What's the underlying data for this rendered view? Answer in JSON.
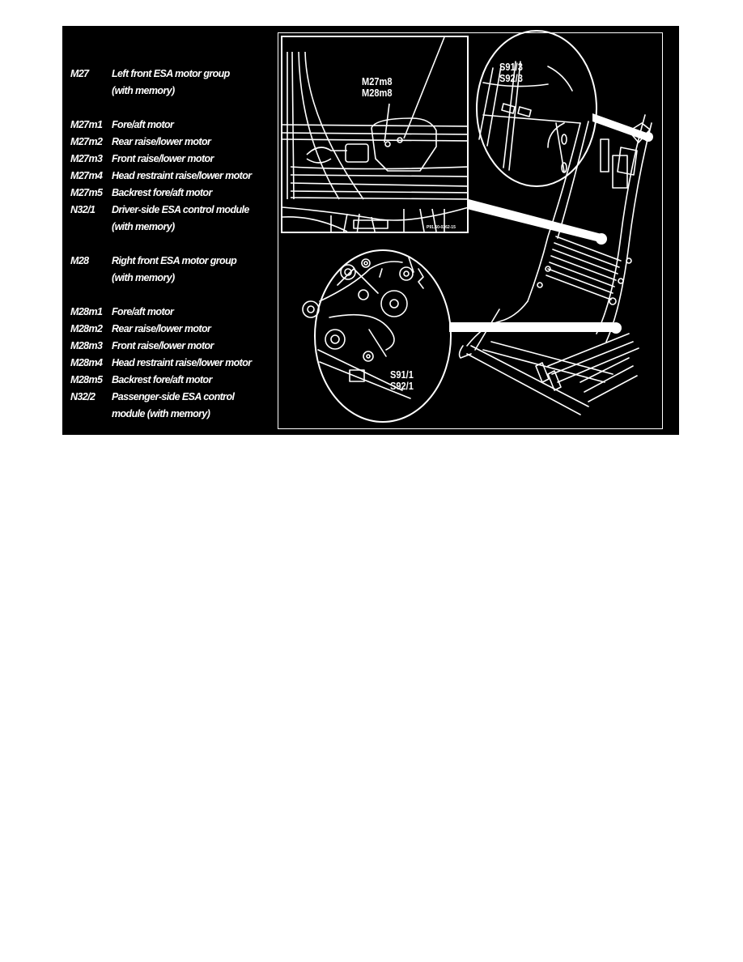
{
  "legend": {
    "entries": [
      {
        "code": "M27",
        "desc": "Left front ESA motor group",
        "desc_cont": "(with memory)"
      },
      {
        "code": "M27m1",
        "desc": "Fore/aft motor"
      },
      {
        "code": "M27m2",
        "desc": "Rear raise/lower motor"
      },
      {
        "code": "M27m3",
        "desc": "Front raise/lower motor"
      },
      {
        "code": "M27m4",
        "desc": "Head restraint raise/lower motor"
      },
      {
        "code": "M27m5",
        "desc": "Backrest fore/aft motor"
      },
      {
        "code": "N32/1",
        "desc": "Driver-side ESA control module",
        "desc_cont": "(with memory)"
      },
      {
        "code": "M28",
        "desc": "Right front ESA motor group",
        "desc_cont": "(with memory)"
      },
      {
        "code": "M28m1",
        "desc": "Fore/aft motor"
      },
      {
        "code": "M28m2",
        "desc": "Rear raise/lower motor"
      },
      {
        "code": "M28m3",
        "desc": "Front raise/lower motor"
      },
      {
        "code": "M28m4",
        "desc": "Head restraint raise/lower motor"
      },
      {
        "code": "M28m5",
        "desc": "Backrest fore/aft motor"
      },
      {
        "code": "N32/2",
        "desc": "Passenger-side ESA control",
        "desc_cont": "module (with memory)"
      }
    ]
  },
  "illustration": {
    "inset_callout": {
      "line1": "M27m8",
      "line2": "M28m8"
    },
    "inset_ref_code": "P91.50-0262-15",
    "upper_circle_callout": {
      "line1": "S91/3",
      "line2": "S92/3"
    },
    "lower_circle_callout": {
      "line1": "S91/1",
      "line2": "S92/1"
    }
  },
  "colors": {
    "background": "#000000",
    "lines": "#ffffff",
    "page": "#ffffff"
  }
}
